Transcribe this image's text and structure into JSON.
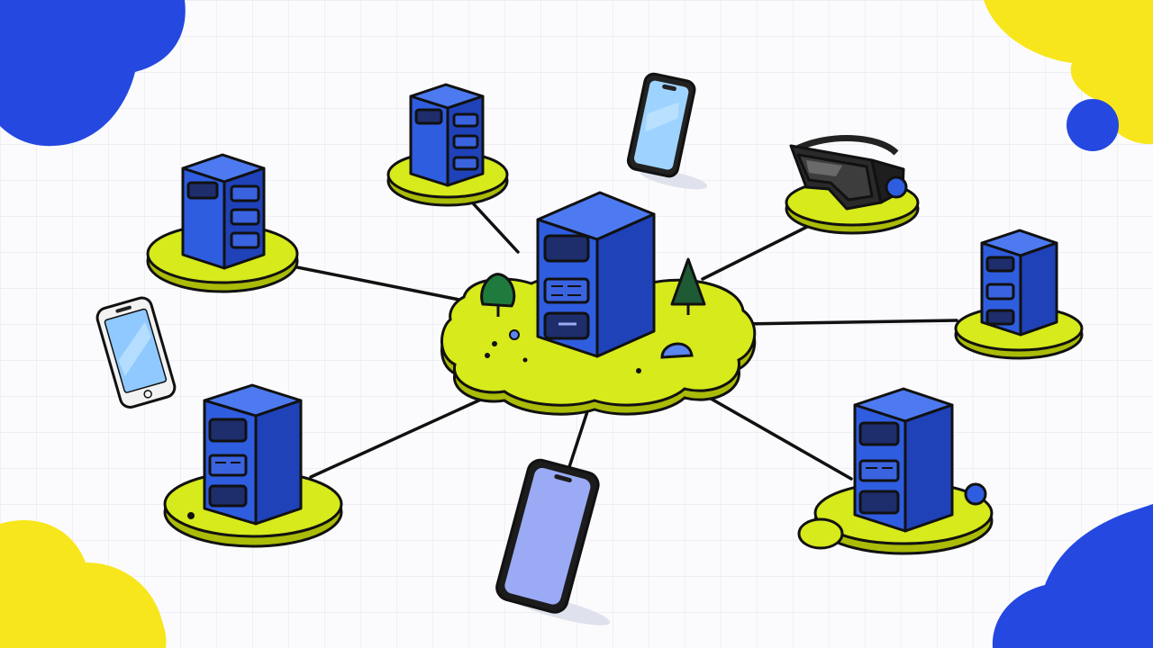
{
  "colors": {
    "background": "#fbfbfd",
    "grid": "#e6e7ee",
    "server_blue": "#2f5de0",
    "server_top": "#4d7af0",
    "server_side": "#1f42b8",
    "platform_lime": "#d6ea1c",
    "platform_shadow": "#aabb08",
    "outline": "#111111",
    "blob_blue": "#2448e0",
    "blob_yellow": "#f8e61c",
    "screen_light": "#9fd3ff",
    "screen_lavender": "#9aaaf4",
    "tree_green": "#1f7a3d",
    "tree_dark": "#1e5a34",
    "pebble_blue": "#5a86f0"
  },
  "nodes": [
    {
      "name": "central-hub-server",
      "kind": "server",
      "icon": "server-rack-icon"
    },
    {
      "name": "server-top-left",
      "kind": "server",
      "icon": "server-rack-icon"
    },
    {
      "name": "server-top-center",
      "kind": "server",
      "icon": "server-rack-icon"
    },
    {
      "name": "server-right",
      "kind": "server",
      "icon": "server-rack-icon"
    },
    {
      "name": "server-bottom-left",
      "kind": "server",
      "icon": "server-rack-icon"
    },
    {
      "name": "server-bottom-right",
      "kind": "server",
      "icon": "server-rack-icon"
    },
    {
      "name": "phone-top",
      "kind": "smartphone",
      "icon": "smartphone-icon"
    },
    {
      "name": "phone-left",
      "kind": "smartphone",
      "icon": "smartphone-icon"
    },
    {
      "name": "phone-bottom",
      "kind": "smartphone",
      "icon": "smartphone-icon"
    },
    {
      "name": "vr-headset",
      "kind": "vr-headset",
      "icon": "vr-headset-icon"
    }
  ]
}
